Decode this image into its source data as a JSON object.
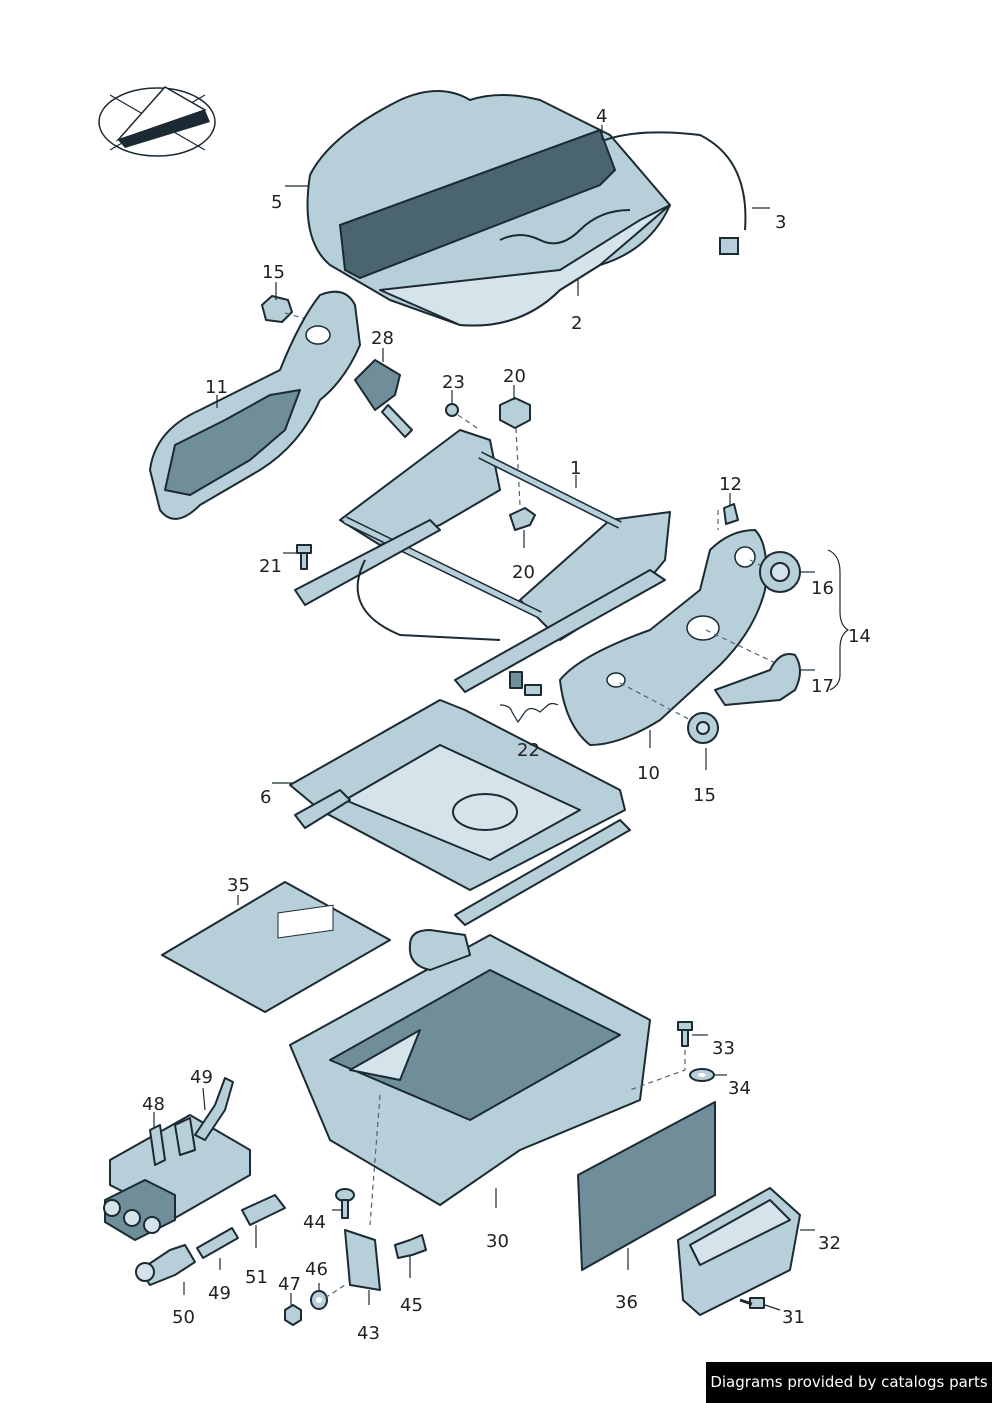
{
  "labels": {
    "l1": "1",
    "l2": "2",
    "l3": "3",
    "l4": "4",
    "l5": "5",
    "l6": "6",
    "l10": "10",
    "l11": "11",
    "l12": "12",
    "l14": "14",
    "l15a": "15",
    "l15b": "15",
    "l16": "16",
    "l17": "17",
    "l20a": "20",
    "l20b": "20",
    "l21": "21",
    "l22": "22",
    "l23": "23",
    "l28": "28",
    "l30": "30",
    "l31": "31",
    "l32": "32",
    "l33": "33",
    "l34": "34",
    "l35": "35",
    "l36": "36",
    "l43": "43",
    "l44": "44",
    "l45": "45",
    "l46": "46",
    "l47": "47",
    "l48": "48",
    "l49a": "49",
    "l49b": "49",
    "l50": "50",
    "l51": "51"
  },
  "footer": {
    "text": "Diagrams provided by catalogs parts"
  },
  "colors": {
    "part": "#b7cfd8",
    "part_dark": "#6f8e99",
    "outline": "#1b2a33",
    "footer_bg": "#000000"
  }
}
